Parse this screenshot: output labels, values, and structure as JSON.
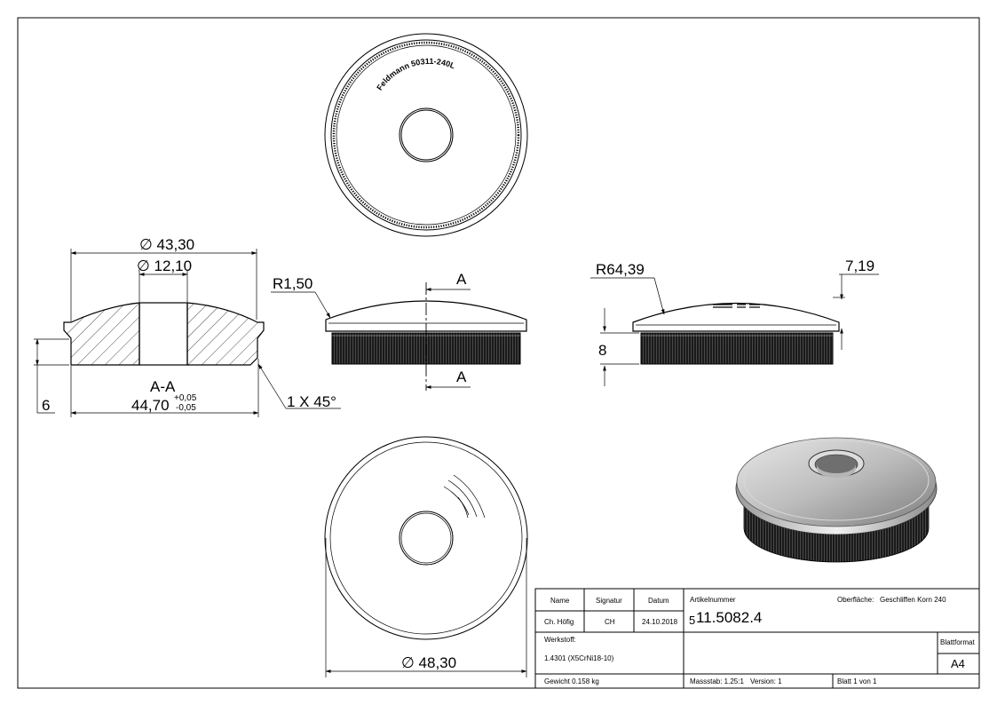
{
  "drawing": {
    "engraving": "Feldmann 50311-240L",
    "section_label": "A-A",
    "section_marker": "A",
    "dims": {
      "d_outer": "∅ 43,30",
      "d_hole": "∅ 12,10",
      "height_left": "6",
      "width": "44,70",
      "tol_plus": "+0,05",
      "tol_minus": "-0,05",
      "chamfer": "1 X 45°",
      "radius_small": "R1,50",
      "radius_large": "R64,39",
      "height_dome": "7,19",
      "height_right": "8",
      "d_bottom": "∅ 48,30"
    }
  },
  "title_block": {
    "col_name": "Name",
    "col_signatur": "Signatur",
    "col_datum": "Datum",
    "name": "Ch. Höfig",
    "signatur": "CH",
    "datum": "24.10.2018",
    "artikel_label": "Artikelnummer",
    "artikel_prefix": "5",
    "artikel_number": "11.5082.4",
    "surface_label": "Oberfläche:",
    "surface_value": "Geschliffen Korn 240",
    "material_label": "Werkstoff:",
    "material_value": "1.4301 (X5CrNi18-10)",
    "format_label": "Blattformat",
    "format_value": "A4",
    "weight": "Gewicht 0.158 kg",
    "scale": "Massstab: 1.25:1",
    "version": "Version: 1",
    "sheet": "Blatt 1 von 1"
  }
}
